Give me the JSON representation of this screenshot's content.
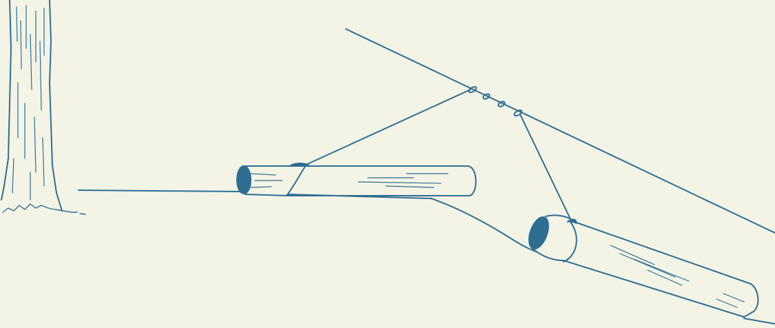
{
  "colors": {
    "background": "#f3f3e6",
    "ink": "#2f6e93",
    "log_end_fill": "#2f6e93"
  },
  "illustration": {
    "elements": [
      "tree-trunk",
      "ground-line",
      "slope-line",
      "cable-line",
      "upper-log",
      "lower-log",
      "upper-tether",
      "lower-tether",
      "cable-rings"
    ]
  }
}
